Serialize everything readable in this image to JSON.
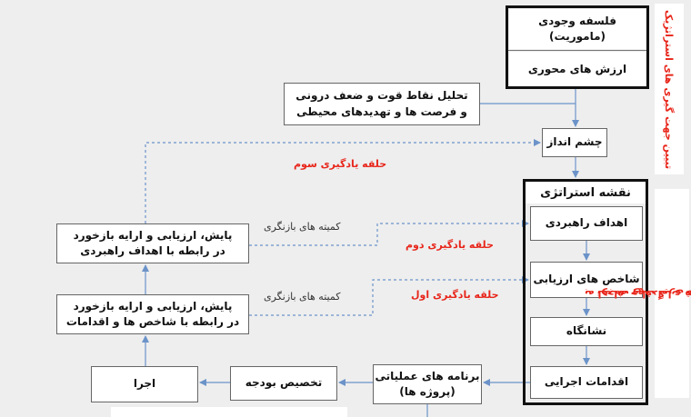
{
  "philosophy": {
    "line1": "فلسفه وجودی",
    "line2": "(ماموریت)"
  },
  "core_values": "ارزش های محوری",
  "swot": {
    "line1": "تحلیل نقاط قوت و ضعف درونی",
    "line2": "و فرصت ها و تهدیدهای محیطی"
  },
  "vision": "چشم انداز",
  "strategy_map": {
    "title": "نقشه استراتژی",
    "items": [
      "اهداف راهبردی",
      "شاخص های ارزیابی",
      "نشانگاه",
      "اقدامات اجرایی"
    ]
  },
  "operational_program": {
    "line1": "برنامه های عملیاتی",
    "line2": "(پروژه ها)"
  },
  "budget": "تخصیص بودجه",
  "execution": "اجرا",
  "monitor_goals": {
    "line1": "پایش، ارزیابی و ارایه بازخورد",
    "line2": "در رابطه با اهداف راهبردی"
  },
  "monitor_indicators": {
    "line1": "پایش، ارزیابی و ارایه بازخورد",
    "line2": "در رابطه با شاخص ها و اقدامات"
  },
  "loops": {
    "third": "حلقه یادگیری سوم",
    "second": "حلقه یادگیری دوم",
    "first": "حلقه یادگیری اول"
  },
  "review_committee_1": "کمیته های بازنگری",
  "review_committee_2": "کمیته های بازنگری",
  "side_label_top": "تبیین جهت گیری های استراتژیک",
  "side_label_bottom": {
    "line1": "ترجمه جهت گیری های استراتژیک",
    "line2": "به اهداف و اقدامات قابل سنجش"
  },
  "colors": {
    "arrow": "#6b93c9",
    "loop_text": "#e8261b",
    "frame": "#111111"
  }
}
